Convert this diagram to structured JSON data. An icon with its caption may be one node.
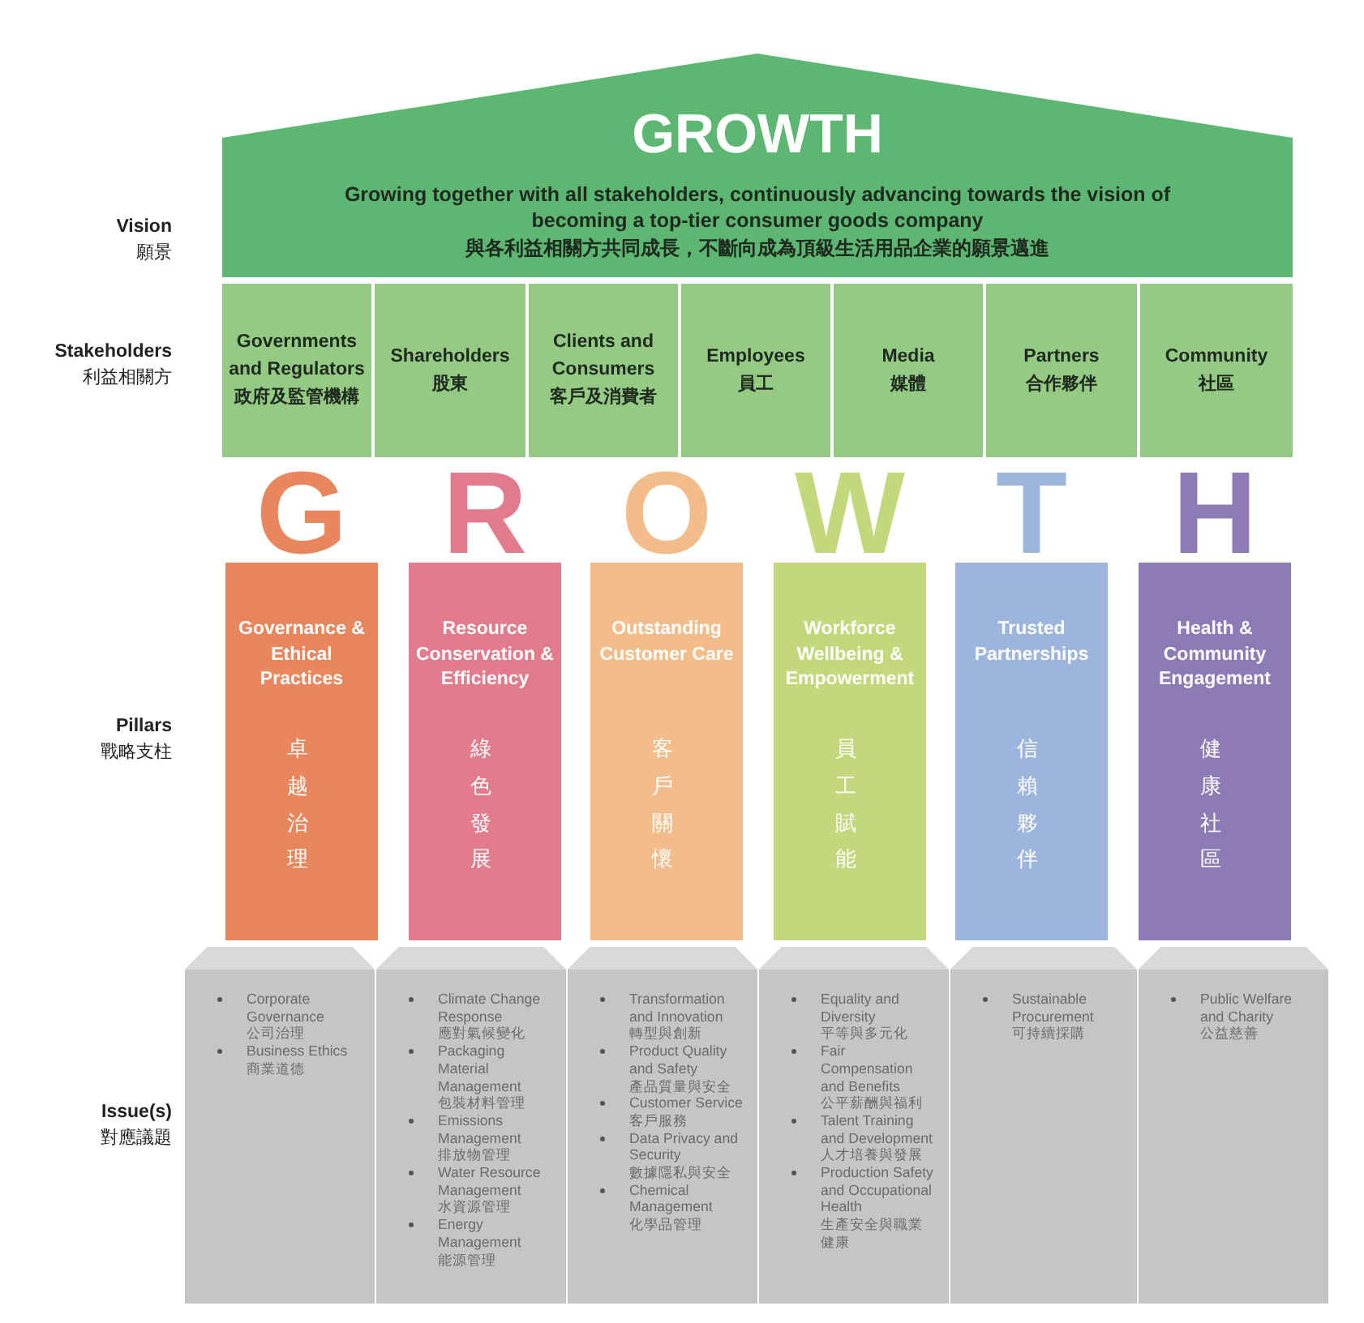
{
  "diagram": {
    "nodes": [
      {
        "text": [
          "GROWTH",
          "Growing together with all stakeholders, continuously advancing towards the vision of becoming a top-tier consumer goods company",
          "與各利益相關方共同成長，不斷向成為頂級生活用品企業的願景邁進"
        ]
      },
      {
        "text": [
          "Governments and Regulators",
          "政府及監管機構"
        ]
      },
      {
        "text": [
          "Shareholders",
          "股東"
        ]
      },
      {
        "text": [
          "Clients and Consumers",
          "客戶及消費者"
        ]
      },
      {
        "text": [
          "Employees",
          "員工"
        ]
      },
      {
        "text": [
          "Media",
          "媒體"
        ]
      },
      {
        "text": [
          "Partners",
          "合作夥伴"
        ]
      },
      {
        "text": [
          "Community",
          "社區"
        ]
      },
      {
        "text": [
          "G",
          "Governance & Ethical Practices",
          "卓越治理"
        ]
      },
      {
        "text": [
          "R",
          "Resource Conservation & Efficiency",
          "綠色發展"
        ]
      },
      {
        "text": [
          "O",
          "Outstanding Customer Care",
          "客戶關懷"
        ]
      },
      {
        "text": [
          "W",
          "Workforce Wellbeing & Empowerment",
          "員工賦能"
        ]
      },
      {
        "text": [
          "T",
          "Trusted Partnerships",
          "信賴夥伴"
        ]
      },
      {
        "text": [
          "H",
          "Health & Community Engagement",
          "健康社區"
        ]
      },
      {
        "text": [
          "Corporate Governance",
          "公司治理",
          "Business Ethics",
          "商業道德"
        ]
      },
      {
        "text": [
          "Climate Change Response",
          "應對氣候變化",
          "Packaging Material Management",
          "包裝材料管理",
          "Emissions Management",
          "排放物管理",
          "Water Resource Management",
          "水資源管理",
          "Energy Management",
          "能源管理"
        ]
      },
      {
        "text": [
          "Transformation and Innovation",
          "轉型與創新",
          "Product Quality and Safety",
          "產品質量與安全",
          "Customer Service",
          "客戶服務",
          "Data Privacy and Security",
          "數據隱私與安全",
          "Chemical Management",
          "化學品管理"
        ]
      },
      {
        "text": [
          "Equality and Diversity",
          "平等與多元化",
          "Fair Compensation and Benefits",
          "公平薪酬與福利",
          "Talent Training and Development",
          "人才培養與發展",
          "Production Safety and Occupational Health",
          "生產安全與職業健康"
        ]
      },
      {
        "text": [
          "Sustainable Procurement",
          "可持續採購"
        ]
      },
      {
        "text": [
          "Public Welfare and Charity",
          "公益慈善"
        ]
      }
    ],
    "labels": [
      "Vision",
      "願景",
      "Stakeholders",
      "利益相關方",
      "Pillars",
      "戰略支柱",
      "Issue(s)",
      "對應議題"
    ]
  }
}
